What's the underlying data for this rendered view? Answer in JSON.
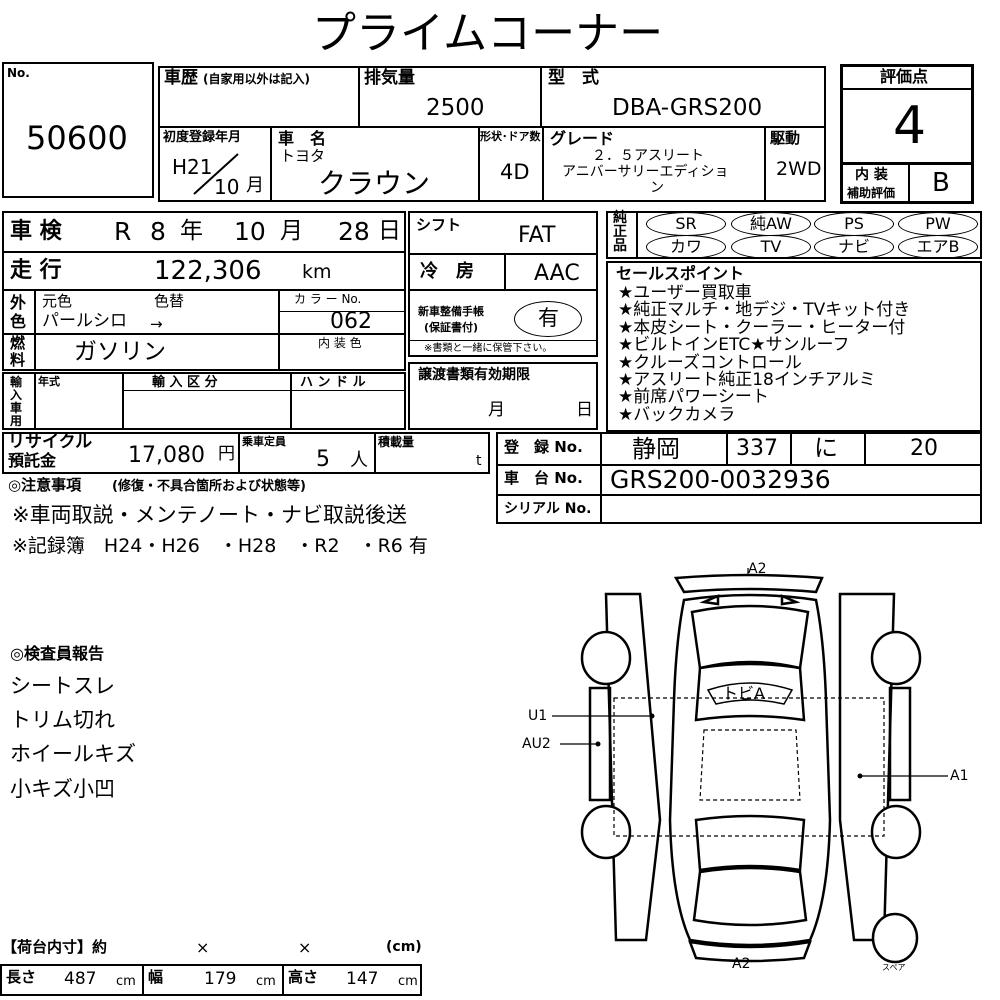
{
  "title": "プライムコーナー",
  "lot": {
    "label": "No.",
    "value": "50600"
  },
  "history": {
    "label": "車歴",
    "note": "(自家用以外は記入)"
  },
  "displacement": {
    "label": "排気量",
    "value": "2500"
  },
  "model": {
    "label": "型　式",
    "value": "DBA-GRS200"
  },
  "score": {
    "label": "評価点",
    "value": "4",
    "interior_label_1": "内 装",
    "interior_label_2": "補助評価",
    "interior_value": "B"
  },
  "first_reg": {
    "label": "初度登録年月",
    "era": "H21",
    "month": "10",
    "month_unit": "月"
  },
  "car_name": {
    "label": "車　名",
    "maker": "トヨタ",
    "name": "クラウン"
  },
  "doors": {
    "label": "形状･ドア数",
    "value": "4D"
  },
  "grade": {
    "label": "グレード",
    "line1": "２．５アスリート",
    "line2": "アニバーサリーエディショ",
    "line3": "ン"
  },
  "drive": {
    "label": "駆動",
    "value": "2WD"
  },
  "inspection": {
    "label": "車 検",
    "era": "R",
    "year": "8",
    "year_unit": "年",
    "month": "10",
    "month_unit": "月",
    "day": "28",
    "day_unit": "日"
  },
  "shift": {
    "label": "シフト",
    "value": "FAT"
  },
  "mileage": {
    "label": "走 行",
    "value": "122,306",
    "unit": "km"
  },
  "aircon": {
    "label": "冷　房",
    "value": "AAC"
  },
  "color": {
    "label_top": "外",
    "label_bottom": "色",
    "original_label": "元色",
    "changed_label": "色替",
    "original": "パールシロ",
    "arrow": "→",
    "code_label": "カ ラ ー No.",
    "code": "062",
    "interior_label": "内 装 色"
  },
  "maintenance": {
    "label_1": "新車整備手帳",
    "label_2": "(保証書付)",
    "value": "有",
    "note": "※書類と一緒に保管下さい。"
  },
  "fuel": {
    "label_top": "燃",
    "label_bottom": "料",
    "value": "ガソリン"
  },
  "import": {
    "side_label": [
      "輸",
      "入",
      "車",
      "用"
    ],
    "year_label": "年式",
    "type_label": "輸 入 区 分",
    "handle_label": "ハ ン ド ル"
  },
  "transfer": {
    "label": "譲渡書類有効期限",
    "month_unit": "月",
    "day_unit": "日"
  },
  "equipment": {
    "side_label": [
      "純",
      "正",
      "品"
    ],
    "row1": [
      "SR",
      "純AW",
      "PS",
      "PW"
    ],
    "row2": [
      "カワ",
      "TV",
      "ナビ",
      "エアB"
    ]
  },
  "sales_points": {
    "label": "セールスポイント",
    "items": [
      "★ユーザー買取車",
      "★純正マルチ・地デジ・TVキット付き",
      "★本皮シート・クーラー・ヒーター付",
      "★ビルトインETC★サンルーフ",
      "★クルーズコントロール",
      "★アスリート純正18インチアルミ",
      "★前席パワーシート",
      "★バックカメラ"
    ]
  },
  "recycle": {
    "label_1": "リサイクル",
    "label_2": "預託金",
    "value": "17,080",
    "unit": "円"
  },
  "capacity": {
    "label": "乗車定員",
    "value": "5",
    "unit": "人"
  },
  "load": {
    "label": "積載量",
    "unit": "t"
  },
  "registration": {
    "label": "登　録 No.",
    "region": "静岡",
    "class": "337",
    "kana": "に",
    "number": "20"
  },
  "chassis": {
    "label": "車　台 No.",
    "value": "GRS200-0032936"
  },
  "serial": {
    "label": "シリアル No."
  },
  "notes": {
    "label": "◎注意事項",
    "label_note": "(修復・不具合箇所および状態等)",
    "line1": "※車両取説・メンテノート・ナビ取説後送",
    "line2": "※記録簿　H24・H26　・H28　・R2　・R6 有"
  },
  "inspector": {
    "label": "◎検査員報告",
    "items": [
      "シートスレ",
      "トリム切れ",
      "ホイールキズ",
      "小キズ小凹"
    ]
  },
  "diagram": {
    "top": "A2",
    "bottom": "A2",
    "roof": "トビA",
    "u1": "U1",
    "au2": "AU2",
    "a1": "A1",
    "spare": "スペア"
  },
  "cargo": {
    "label": "【荷台内寸】約",
    "x1": "×",
    "x2": "×",
    "unit": "(cm)",
    "length_label": "長さ",
    "length": "487",
    "width_label": "幅",
    "width": "179",
    "height_label": "高さ",
    "height": "147",
    "cm": "cm"
  }
}
